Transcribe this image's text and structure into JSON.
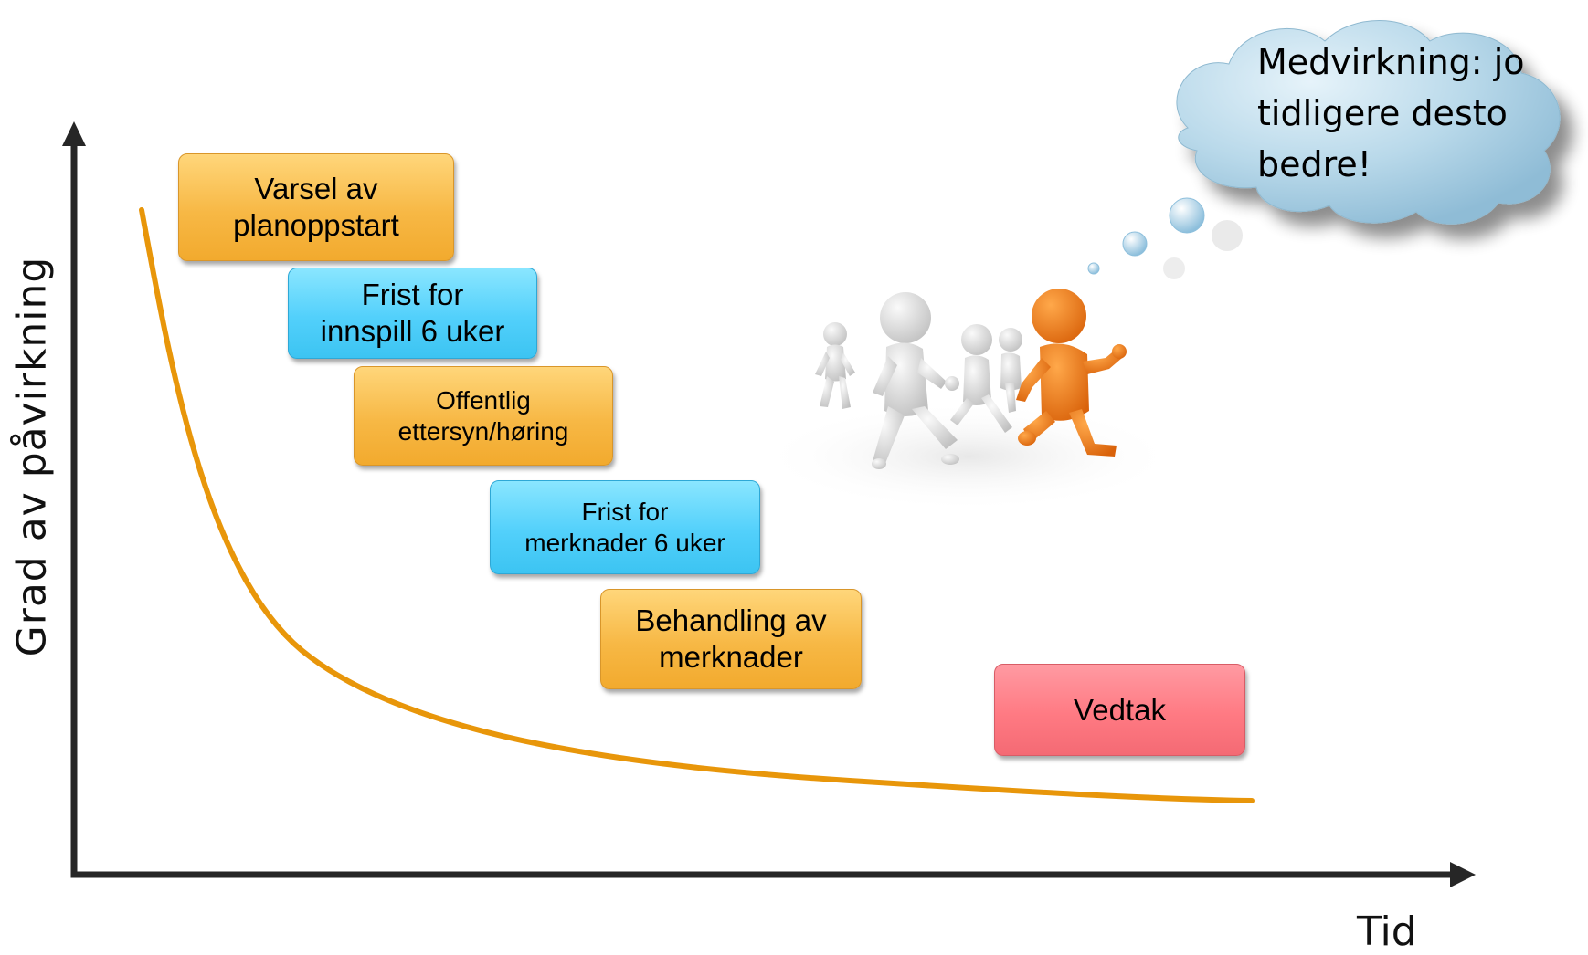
{
  "axes": {
    "y_label": "Grad av påvirkning",
    "x_label": "Tid"
  },
  "stages": [
    {
      "text": "Varsel av\nplanoppstart",
      "color": "orange"
    },
    {
      "text": "Frist for\ninnspill 6 uker",
      "color": "blue"
    },
    {
      "text": "Offentlig\nettersyn/høring",
      "color": "orange"
    },
    {
      "text": "Frist for\nmerknader 6 uker",
      "color": "blue"
    },
    {
      "text": "Behandling av\nmerknader",
      "color": "orange"
    },
    {
      "text": "Vedtak",
      "color": "red"
    }
  ],
  "thought_bubble": {
    "text": "Medvirkning: jo tidligere desto bedre!"
  },
  "colors": {
    "curve": "#e8960a",
    "axis": "#262626",
    "orange_box": "#f7b845",
    "blue_box": "#52d0fb",
    "red_box": "#ff7a83",
    "lead_runner": "#ef7a12",
    "other_runners": "#d9d9d9",
    "cloud": "#a9cfe4"
  },
  "illustration": {
    "icon": "running-figures-icon",
    "cloud_icon": "thought-cloud-icon"
  }
}
